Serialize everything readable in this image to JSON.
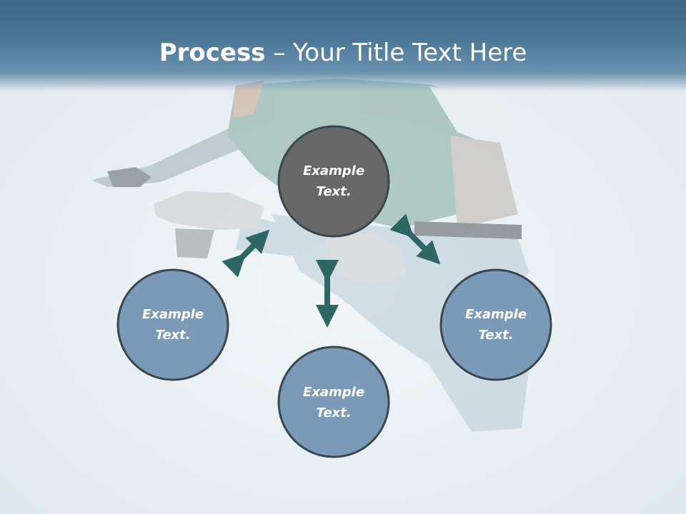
{
  "slide": {
    "title_bold": "Process",
    "title_rest": " – Your Title Text Here"
  },
  "diagram": {
    "nodes": [
      {
        "line1": "Example",
        "line2": "Text."
      },
      {
        "line1": "Example",
        "line2": "Text."
      },
      {
        "line1": "Example",
        "line2": "Text."
      },
      {
        "line1": "Example",
        "line2": "Text."
      }
    ],
    "colors": {
      "center_fill": "#686868",
      "outer_fill": "#7a9ab8",
      "node_stroke": "#3a4650",
      "arrow": "#2e6664",
      "title_bar": "#4d7898"
    }
  }
}
